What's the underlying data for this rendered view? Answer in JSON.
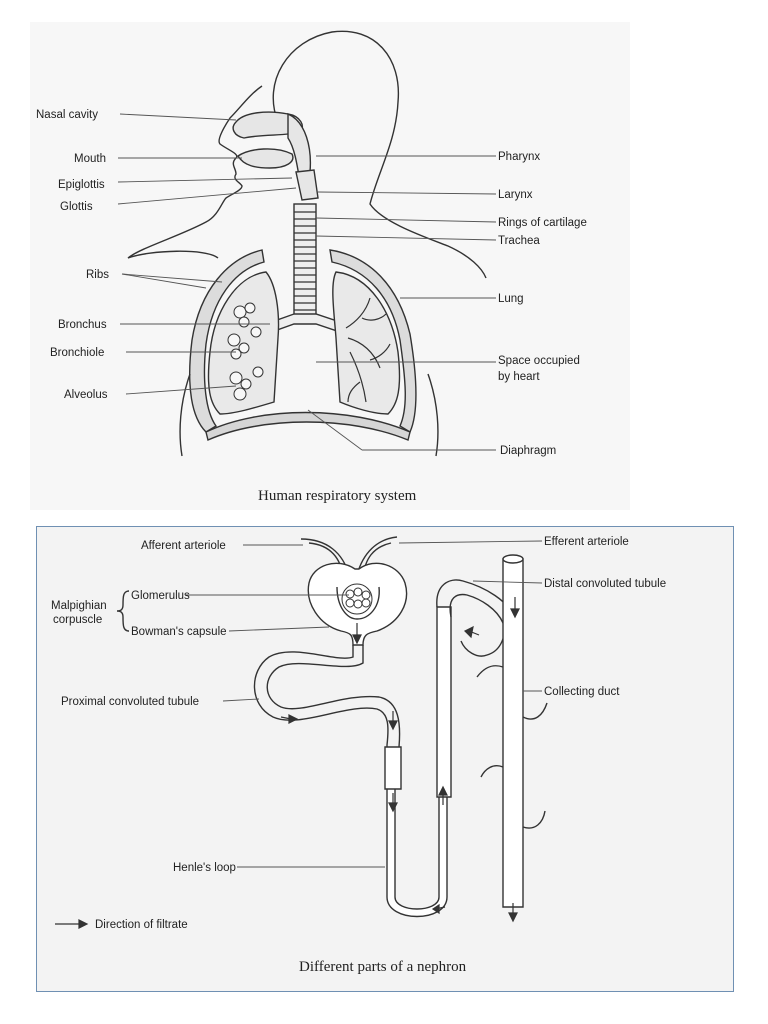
{
  "respiratory": {
    "caption": "Human respiratory system",
    "labels": {
      "nasal_cavity": "Nasal cavity",
      "mouth": "Mouth",
      "epiglottis": "Epiglottis",
      "glottis": "Glottis",
      "ribs": "Ribs",
      "bronchus": "Bronchus",
      "bronchiole": "Bronchiole",
      "alveolus": "Alveolus",
      "pharynx": "Pharynx",
      "larynx": "Larynx",
      "rings_of_cartilage": "Rings of cartilage",
      "trachea": "Trachea",
      "lung": "Lung",
      "space_line1": "Space occupied",
      "space_line2": "by heart",
      "diaphragm": "Diaphragm"
    }
  },
  "nephron": {
    "caption": "Different parts of a nephron",
    "labels": {
      "afferent_arteriole": "Afferent arteriole",
      "efferent_arteriole": "Efferent arteriole",
      "malpighian_line1": "Malpighian",
      "malpighian_line2": "corpuscle",
      "glomerulus": "Glomerulus",
      "bowmans_capsule": "Bowman's capsule",
      "distal_convoluted_tubule": "Distal convoluted tubule",
      "proximal_convoluted_tubule": "Proximal convoluted tubule",
      "collecting_duct": "Collecting duct",
      "henles_loop": "Henle's loop",
      "direction_of_filtrate": "Direction of filtrate"
    }
  }
}
